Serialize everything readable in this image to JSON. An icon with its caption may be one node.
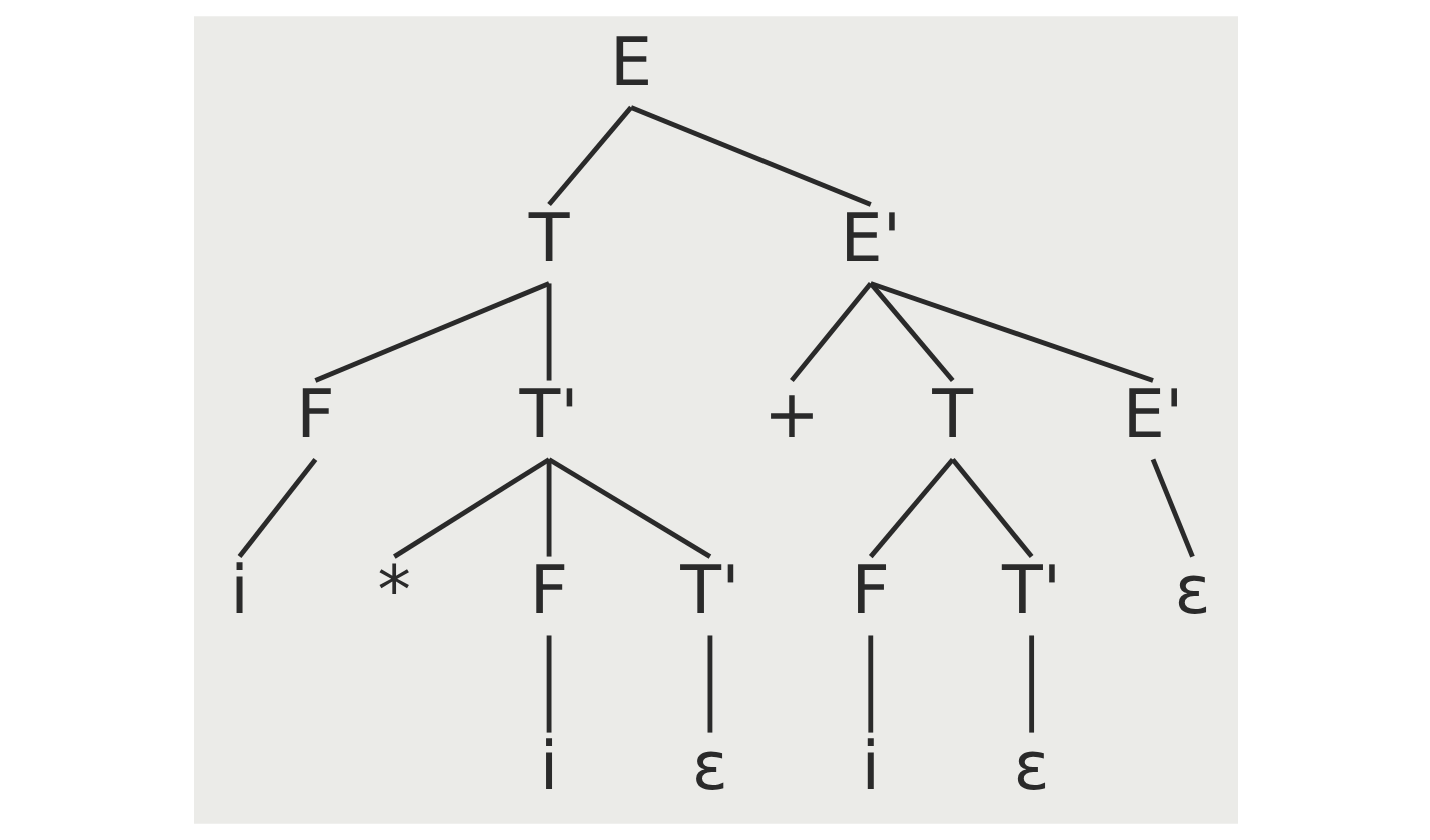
{
  "diagram": {
    "nodes": [
      {
        "text": [
          "E"
        ]
      },
      {
        "text": [
          "T"
        ]
      },
      {
        "text": [
          "E'"
        ]
      },
      {
        "text": [
          "F"
        ]
      },
      {
        "text": [
          "T'"
        ]
      },
      {
        "text": [
          "+"
        ]
      },
      {
        "text": [
          "T"
        ]
      },
      {
        "text": [
          "E'"
        ]
      },
      {
        "text": [
          "i"
        ]
      },
      {
        "text": [
          "*"
        ]
      },
      {
        "text": [
          "F"
        ]
      },
      {
        "text": [
          "T'"
        ]
      },
      {
        "text": [
          "F"
        ]
      },
      {
        "text": [
          "T'"
        ]
      },
      {
        "text": [
          "ε"
        ]
      },
      {
        "text": [
          "i"
        ]
      },
      {
        "text": [
          "ε"
        ]
      },
      {
        "text": [
          "i"
        ]
      },
      {
        "text": [
          "ε"
        ]
      }
    ],
    "edges": [
      {
        "from": 0,
        "to": 1,
        "arrow": "none"
      },
      {
        "from": 0,
        "to": 2,
        "arrow": "none"
      },
      {
        "from": 1,
        "to": 3,
        "arrow": "none"
      },
      {
        "from": 1,
        "to": 4,
        "arrow": "none"
      },
      {
        "from": 2,
        "to": 5,
        "arrow": "none"
      },
      {
        "from": 2,
        "to": 6,
        "arrow": "none"
      },
      {
        "from": 2,
        "to": 7,
        "arrow": "none"
      },
      {
        "from": 3,
        "to": 8,
        "arrow": "none"
      },
      {
        "from": 4,
        "to": 9,
        "arrow": "none"
      },
      {
        "from": 4,
        "to": 10,
        "arrow": "none"
      },
      {
        "from": 4,
        "to": 11,
        "arrow": "none"
      },
      {
        "from": 6,
        "to": 12,
        "arrow": "none"
      },
      {
        "from": 6,
        "to": 13,
        "arrow": "none"
      },
      {
        "from": 7,
        "to": 14,
        "arrow": "none"
      },
      {
        "from": 10,
        "to": 15,
        "arrow": "none"
      },
      {
        "from": 11,
        "to": 16,
        "arrow": "none"
      },
      {
        "from": 12,
        "to": 17,
        "arrow": "none"
      },
      {
        "from": 13,
        "to": 18,
        "arrow": "none"
      }
    ]
  }
}
